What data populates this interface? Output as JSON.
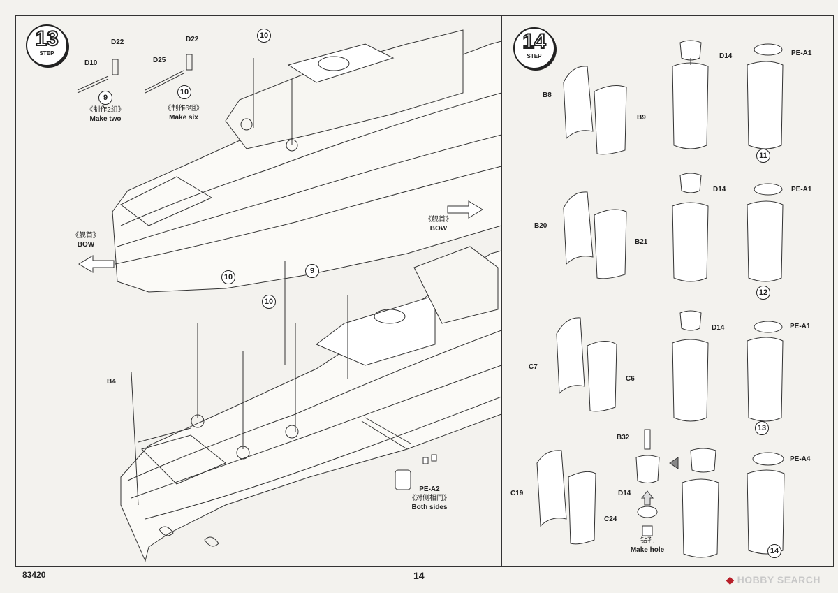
{
  "document": {
    "product_code": "83420",
    "page_number": "14",
    "watermark": "HOBBY SEARCH"
  },
  "step13": {
    "number": "13",
    "step_word": "STEP",
    "subassembly_9": {
      "callout": "9",
      "parts": [
        "D10",
        "D22"
      ],
      "note_cn": "《制作2组》",
      "note_en": "Make two"
    },
    "subassembly_10": {
      "callout": "10",
      "parts": [
        "D25",
        "D22"
      ],
      "note_cn": "《制作6组》",
      "note_en": "Make six"
    },
    "bow_left": {
      "cn": "《舰首》",
      "en": "BOW"
    },
    "bow_right": {
      "cn": "《舰首》",
      "en": "BOW"
    },
    "callouts_on_hull": [
      "10",
      "9",
      "10",
      "10"
    ],
    "part_b4": "B4",
    "pe_part": {
      "label": "PE-A2",
      "cn": "《对侧相同》",
      "en": "Both sides"
    }
  },
  "step14": {
    "number": "14",
    "step_word": "STEP",
    "rows": [
      {
        "halves": [
          "B8",
          "B9"
        ],
        "cap": "D14",
        "pe": "PE-A1",
        "result": "11"
      },
      {
        "halves": [
          "B20",
          "B21"
        ],
        "cap": "D14",
        "pe": "PE-A1",
        "result": "12"
      },
      {
        "halves": [
          "C7",
          "C6"
        ],
        "cap": "D14",
        "pe": "PE-A1",
        "result": "13"
      },
      {
        "halves": [
          "C19",
          "C24"
        ],
        "cap": "D14",
        "pe": "PE-A4",
        "result": "14"
      }
    ],
    "extra_part": "B32",
    "extra_cap": "D14",
    "drill": {
      "cn": "钻孔",
      "en": "Make hole"
    }
  },
  "colors": {
    "line": "#222222",
    "paper": "#f3f2ee",
    "watermark_red": "#b8202a"
  }
}
